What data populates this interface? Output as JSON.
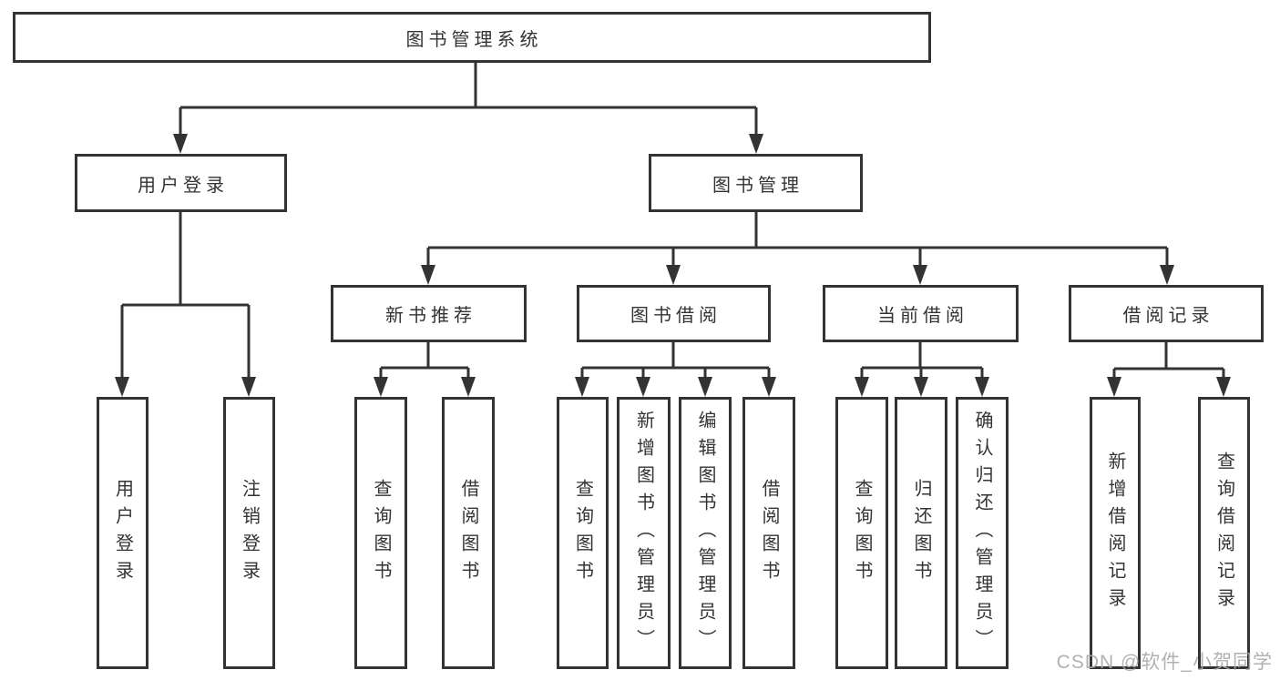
{
  "tree": {
    "label": "图书管理系统",
    "children": [
      {
        "label": "用户登录",
        "children": [
          {
            "label": "用户登录"
          },
          {
            "label": "注销登录"
          }
        ]
      },
      {
        "label": "图书管理",
        "children": [
          {
            "label": "新书推荐",
            "children": [
              {
                "label": "查询图书"
              },
              {
                "label": "借阅图书"
              }
            ]
          },
          {
            "label": "图书借阅",
            "children": [
              {
                "label": "查询图书"
              },
              {
                "label": "新增图书（管理员）"
              },
              {
                "label": "编辑图书（管理员）"
              },
              {
                "label": "借阅图书"
              }
            ]
          },
          {
            "label": "当前借阅",
            "children": [
              {
                "label": "查询图书"
              },
              {
                "label": "归还图书"
              },
              {
                "label": "确认归还（管理员）"
              }
            ]
          },
          {
            "label": "借阅记录",
            "children": [
              {
                "label": "新增借阅记录"
              },
              {
                "label": "查询借阅记录"
              }
            ]
          }
        ]
      }
    ]
  },
  "watermark": {
    "text": "CSDN @软件_小贺同学"
  },
  "colors": {
    "line": "#333333",
    "box_border": "#333333",
    "text": "#333333",
    "watermark": "#a8a8a8",
    "background": "#ffffff"
  }
}
